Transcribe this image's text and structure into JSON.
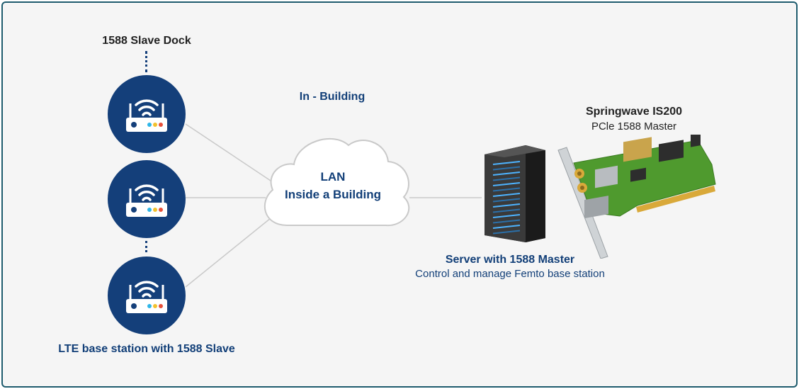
{
  "dock_label": "1588 Slave Dock",
  "in_building_label": "In - Building",
  "cloud": {
    "line1": "LAN",
    "line2": "Inside a Building"
  },
  "slave_label": "LTE base station with 1588 Slave",
  "server": {
    "title": "Server with 1588 Master",
    "subtitle": "Control and manage Femto base station"
  },
  "card": {
    "title": "Springwave IS200",
    "subtitle": "PCle 1588 Master"
  },
  "colors": {
    "node_fill": "#143f7a",
    "accent_text": "#123f78",
    "frame_border": "#1f5c6e",
    "led_blue": "#2fb6e8",
    "led_yellow": "#f2c12e",
    "led_red": "#e8503a",
    "pcb_green": "#4f9a2e"
  },
  "icons": {
    "router": "wifi-router-icon",
    "server": "server-rack-icon",
    "card": "pcie-card-icon",
    "cloud": "cloud-icon"
  }
}
